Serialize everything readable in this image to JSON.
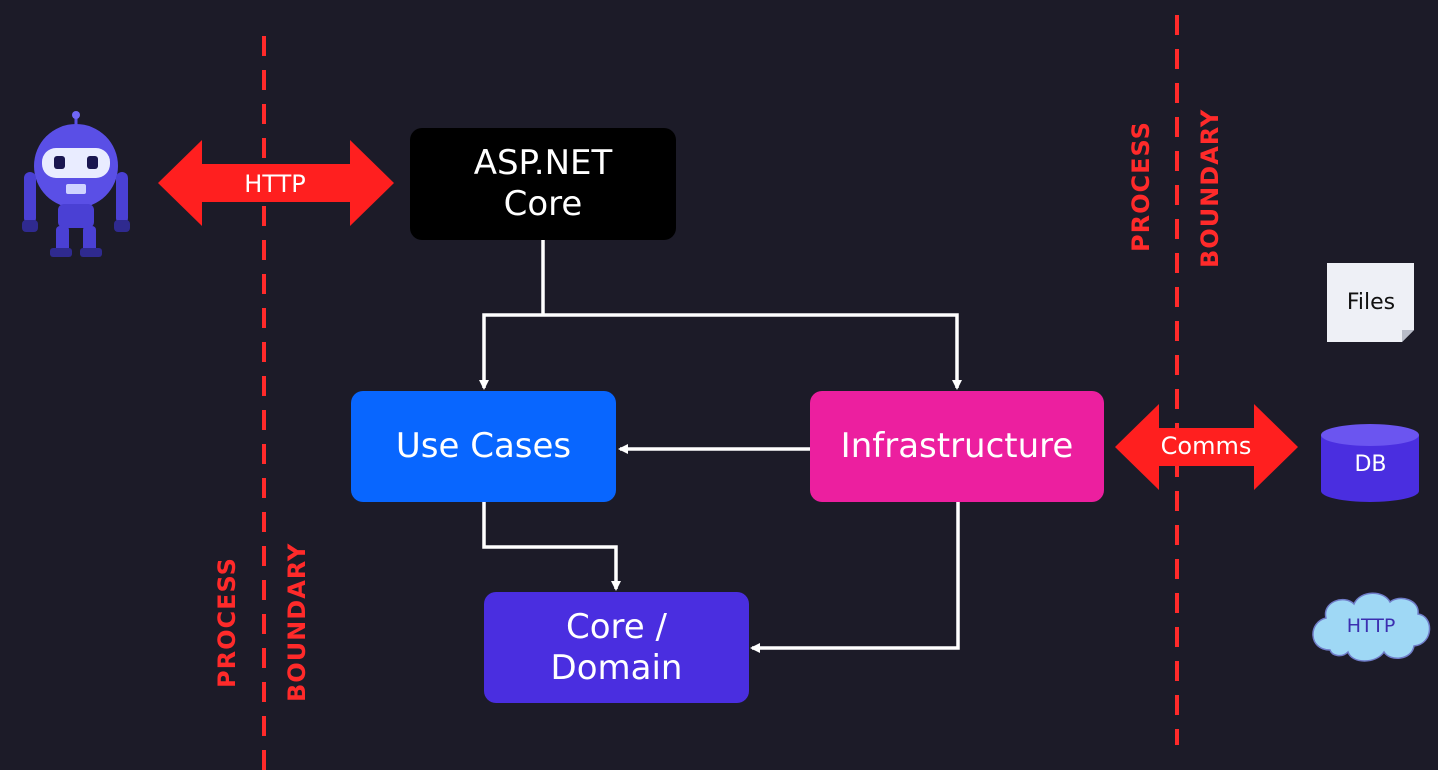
{
  "nodes": {
    "aspnet_core": "ASP.NET\nCore",
    "use_cases": "Use Cases",
    "infrastructure": "Infrastructure",
    "core_domain": "Core /\nDomain"
  },
  "boundaries": {
    "left": {
      "word1": "PROCESS",
      "word2": "BOUNDARY"
    },
    "right": {
      "word1": "PROCESS",
      "word2": "BOUNDARY"
    }
  },
  "arrows": {
    "client_link": "HTTP",
    "external_link": "Comms"
  },
  "externals": {
    "files": "Files",
    "db": "DB",
    "http_cloud": "HTTP"
  },
  "icons": {
    "client": "robot-icon",
    "files": "document-icon",
    "db": "database-icon",
    "cloud": "cloud-icon"
  },
  "colors": {
    "background": "#1c1b28",
    "boundary": "#ff2a2a",
    "aspnet_core": "#000000",
    "use_cases": "#0866ff",
    "infrastructure": "#ec1f9f",
    "core_domain": "#4a2ee0",
    "db": "#4a2ee0",
    "cloud": "#9fd8f5"
  }
}
